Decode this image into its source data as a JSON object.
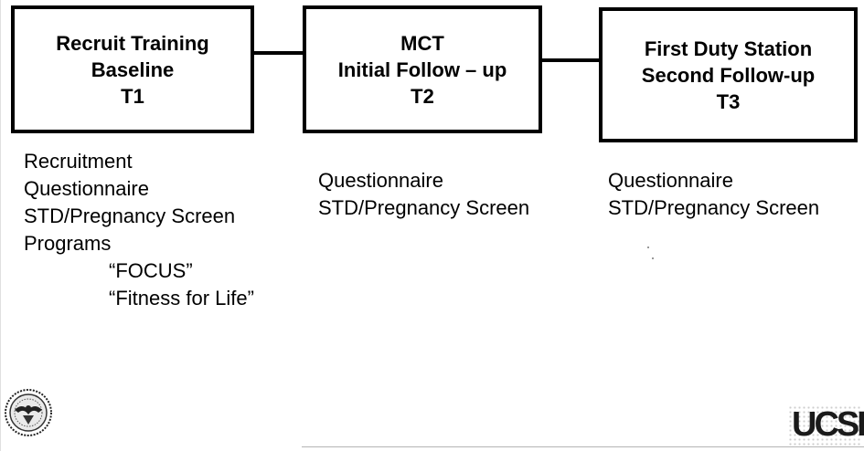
{
  "boxes": [
    {
      "line1": "Recruit Training",
      "line2": "Baseline",
      "line3": "T1"
    },
    {
      "line1": "MCT",
      "line2": "Initial Follow – up",
      "line3": "T2"
    },
    {
      "line1": "First Duty Station",
      "line2": "Second Follow-up",
      "line3": "T3"
    }
  ],
  "lists": {
    "t1": {
      "item1": "Recruitment",
      "item2": "Questionnaire",
      "item3": "STD/Pregnancy Screen",
      "item4": "Programs",
      "program1": "“FOCUS”",
      "program2": "“Fitness for Life”"
    },
    "t2": {
      "item1": "Questionnaire",
      "item2": "STD/Pregnancy Screen"
    },
    "t3": {
      "item1": "Questionnaire",
      "item2": "STD/Pregnancy Screen"
    }
  },
  "logos": {
    "right": "UCSF"
  }
}
